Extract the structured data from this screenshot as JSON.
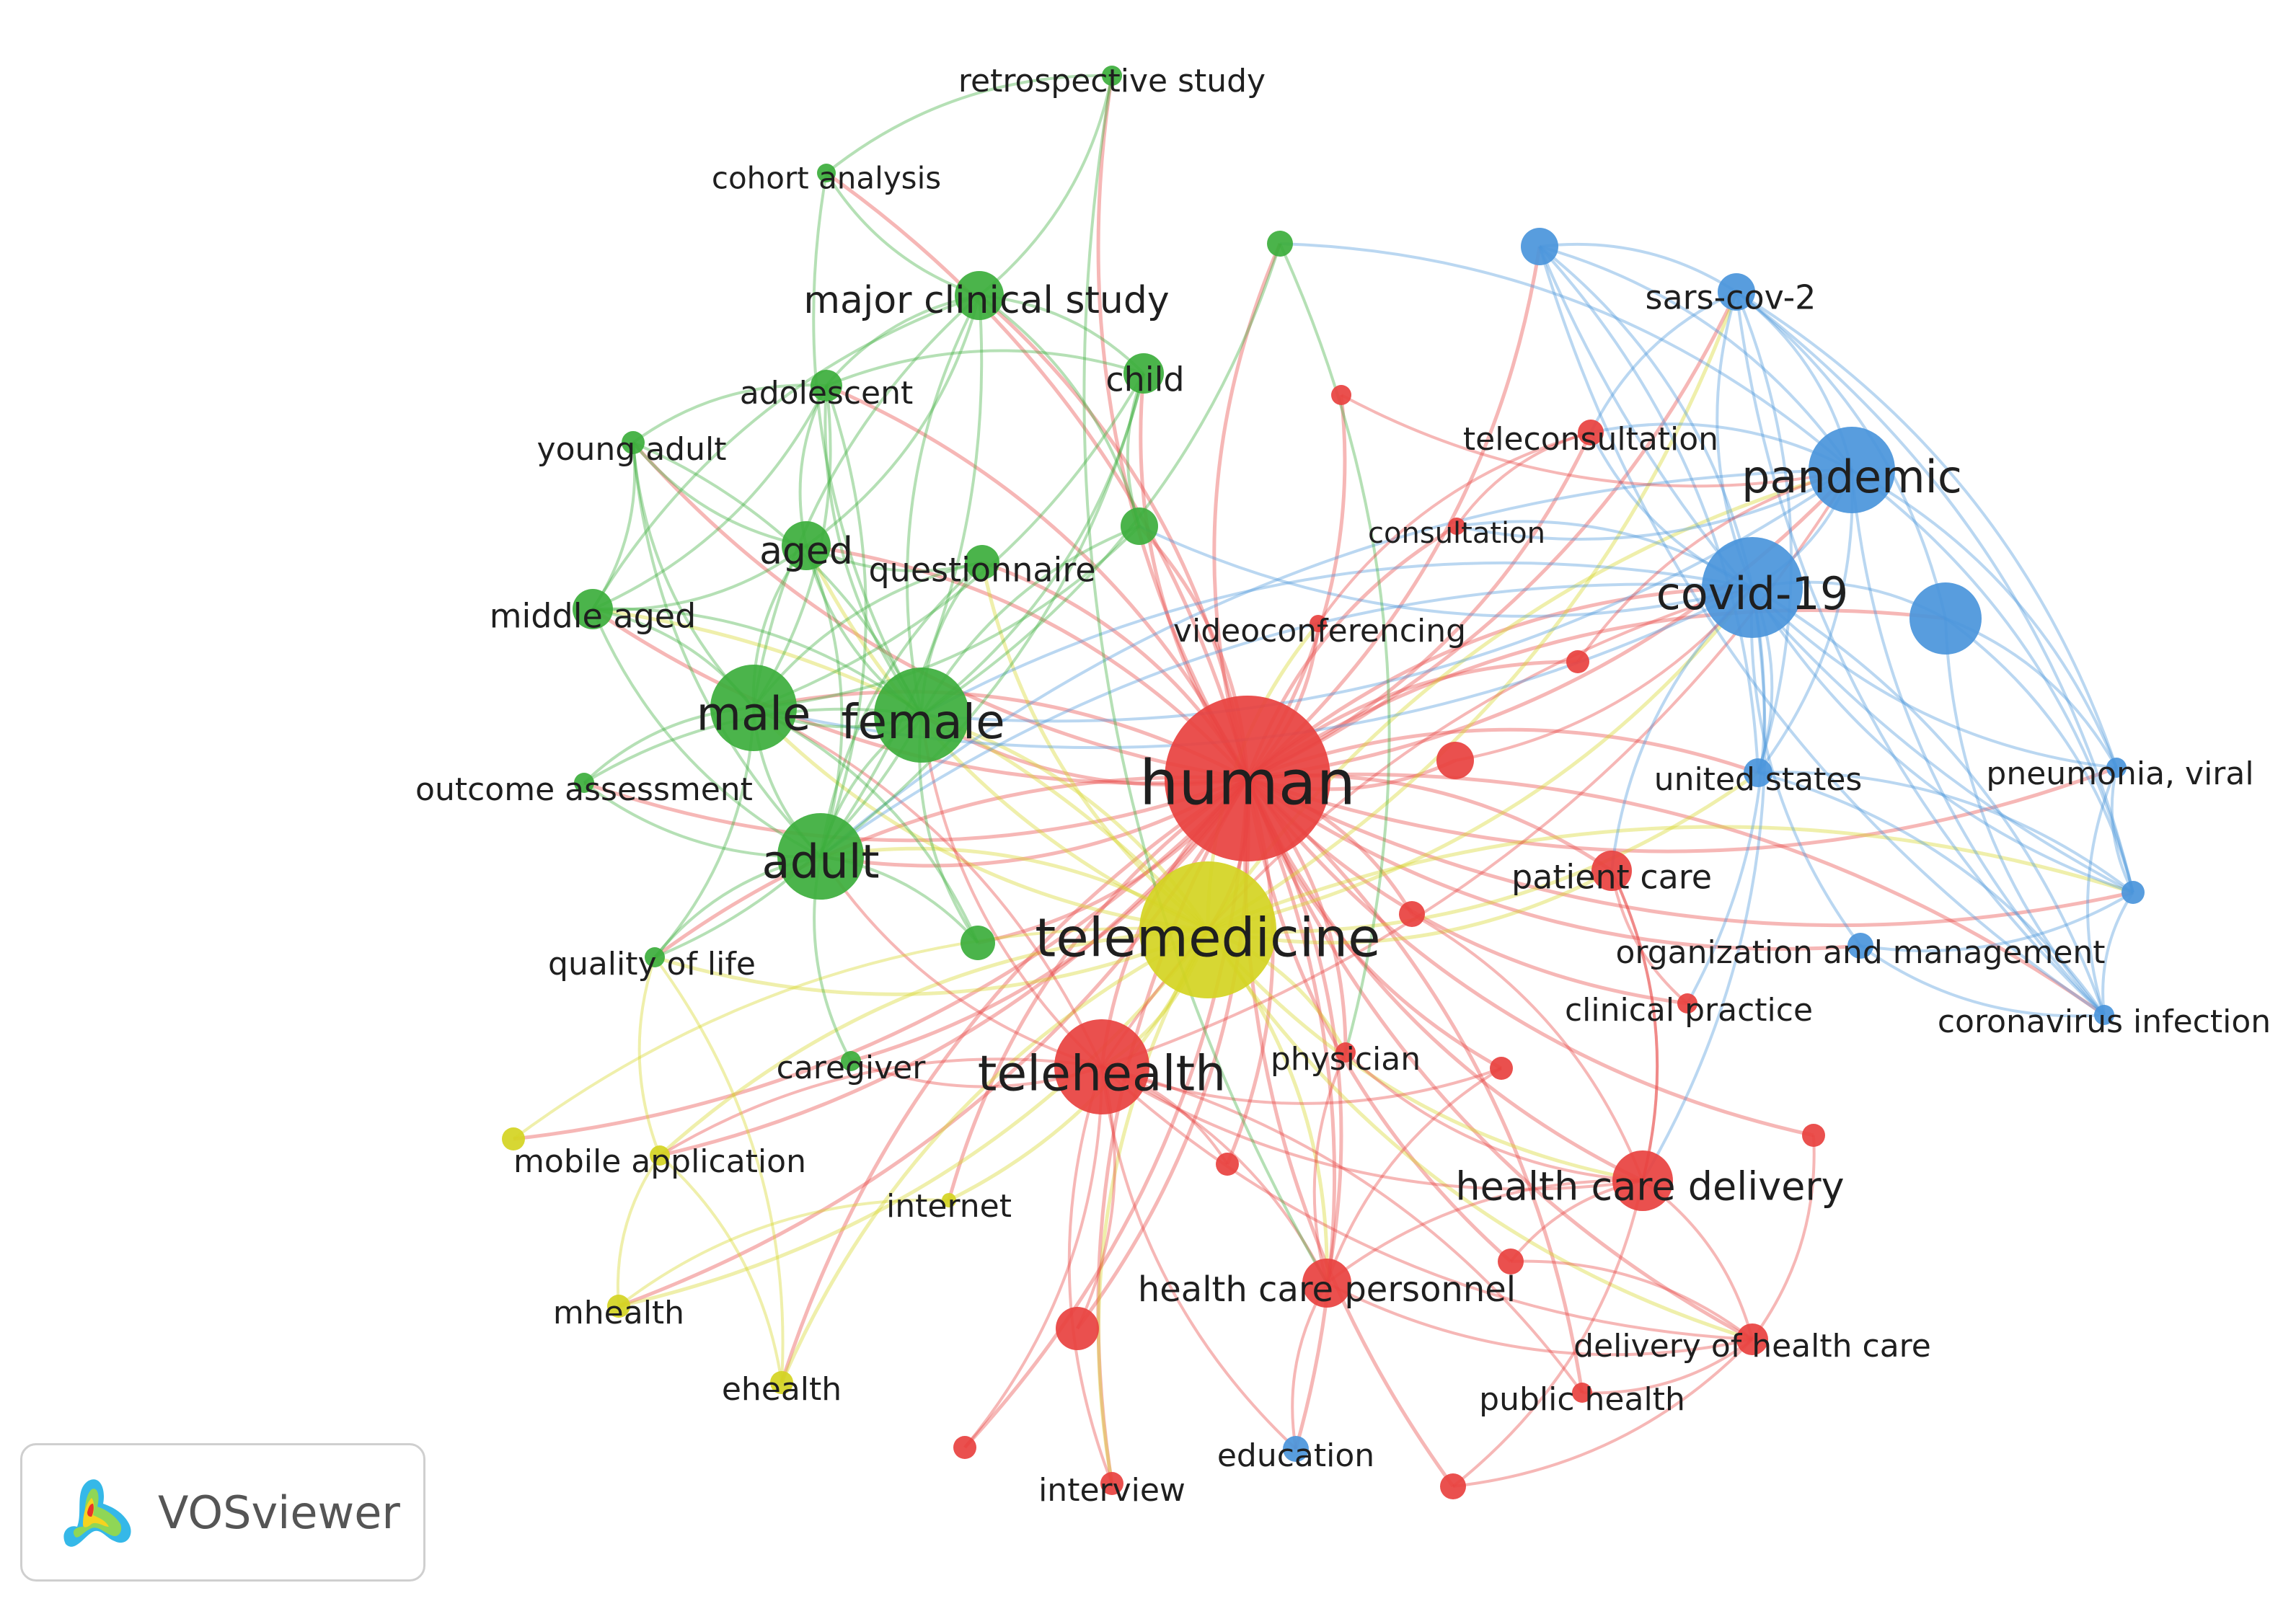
{
  "app": {
    "name": "VOSviewer"
  },
  "colors": {
    "red": "#e8413f",
    "green": "#3cae3c",
    "blue": "#4a95db",
    "yellow": "#d4d422"
  },
  "nodes": [
    {
      "id": "human",
      "label": "human",
      "cluster": "red"
    },
    {
      "id": "telemedicine",
      "label": "telemedicine",
      "cluster": "yellow"
    },
    {
      "id": "telehealth",
      "label": "telehealth",
      "cluster": "red"
    },
    {
      "id": "covid",
      "label": "covid-19",
      "cluster": "blue"
    },
    {
      "id": "pandemic",
      "label": "pandemic",
      "cluster": "blue"
    },
    {
      "id": "female",
      "label": "female",
      "cluster": "green"
    },
    {
      "id": "male",
      "label": "male",
      "cluster": "green"
    },
    {
      "id": "adult",
      "label": "adult",
      "cluster": "green"
    },
    {
      "id": "aged",
      "label": "aged",
      "cluster": "green"
    },
    {
      "id": "middle_aged",
      "label": "middle aged",
      "cluster": "green"
    },
    {
      "id": "major_clinical",
      "label": "major clinical study",
      "cluster": "green"
    },
    {
      "id": "child",
      "label": "child",
      "cluster": "green"
    },
    {
      "id": "adolescent",
      "label": "adolescent",
      "cluster": "green"
    },
    {
      "id": "young_adult",
      "label": "young adult",
      "cluster": "green"
    },
    {
      "id": "questionnaire",
      "label": "questionnaire",
      "cluster": "green"
    },
    {
      "id": "outcome",
      "label": "outcome assessment",
      "cluster": "green"
    },
    {
      "id": "quality",
      "label": "quality of life",
      "cluster": "green"
    },
    {
      "id": "caregiver",
      "label": "caregiver",
      "cluster": "green"
    },
    {
      "id": "cohort",
      "label": "cohort analysis",
      "cluster": "green"
    },
    {
      "id": "retro",
      "label": "retrospective study",
      "cluster": "green"
    },
    {
      "id": "sars",
      "label": "sars-cov-2",
      "cluster": "blue"
    },
    {
      "id": "us",
      "label": "united states",
      "cluster": "blue"
    },
    {
      "id": "pneumonia",
      "label": "pneumonia, viral",
      "cluster": "blue"
    },
    {
      "id": "coronavirus",
      "label": "coronavirus infection",
      "cluster": "blue"
    },
    {
      "id": "org_mgmt",
      "label": "organization and management",
      "cluster": "blue"
    },
    {
      "id": "education",
      "label": "education",
      "cluster": "blue"
    },
    {
      "id": "telecons",
      "label": "teleconsultation",
      "cluster": "red"
    },
    {
      "id": "consultation",
      "label": "consultation",
      "cluster": "red"
    },
    {
      "id": "video",
      "label": "videoconferencing",
      "cluster": "red"
    },
    {
      "id": "patient_care",
      "label": "patient care",
      "cluster": "red"
    },
    {
      "id": "clinical_practice",
      "label": "clinical practice",
      "cluster": "red"
    },
    {
      "id": "physician",
      "label": "physician",
      "cluster": "red"
    },
    {
      "id": "hcd",
      "label": "health care delivery",
      "cluster": "red"
    },
    {
      "id": "hcp",
      "label": "health care personnel",
      "cluster": "red"
    },
    {
      "id": "dohc",
      "label": "delivery of health care",
      "cluster": "red"
    },
    {
      "id": "public_health",
      "label": "public health",
      "cluster": "red"
    },
    {
      "id": "interview",
      "label": "interview",
      "cluster": "red"
    },
    {
      "id": "mobile",
      "label": "mobile application",
      "cluster": "yellow"
    },
    {
      "id": "internet",
      "label": "internet",
      "cluster": "yellow"
    },
    {
      "id": "mhealth",
      "label": "mhealth",
      "cluster": "yellow"
    },
    {
      "id": "ehealth",
      "label": "ehealth",
      "cluster": "yellow"
    },
    {
      "id": "g1",
      "label": "",
      "cluster": "green"
    },
    {
      "id": "g2",
      "label": "",
      "cluster": "green"
    },
    {
      "id": "g3",
      "label": "",
      "cluster": "green"
    },
    {
      "id": "b1",
      "label": "",
      "cluster": "blue"
    },
    {
      "id": "b2",
      "label": "",
      "cluster": "blue"
    },
    {
      "id": "b3",
      "label": "",
      "cluster": "blue"
    },
    {
      "id": "y1",
      "label": "",
      "cluster": "yellow"
    },
    {
      "id": "r1",
      "label": "",
      "cluster": "red"
    },
    {
      "id": "r2",
      "label": "",
      "cluster": "red"
    },
    {
      "id": "r3",
      "label": "",
      "cluster": "red"
    },
    {
      "id": "r4",
      "label": "",
      "cluster": "red"
    },
    {
      "id": "r5",
      "label": "",
      "cluster": "red"
    },
    {
      "id": "r6",
      "label": "",
      "cluster": "red"
    },
    {
      "id": "r7",
      "label": "",
      "cluster": "red"
    },
    {
      "id": "r8",
      "label": "",
      "cluster": "red"
    },
    {
      "id": "r9",
      "label": "",
      "cluster": "red"
    },
    {
      "id": "r10",
      "label": "",
      "cluster": "red"
    },
    {
      "id": "r11",
      "label": "",
      "cluster": "red"
    }
  ],
  "links": [
    [
      "human",
      "telemedicine"
    ],
    [
      "human",
      "telehealth"
    ],
    [
      "human",
      "covid"
    ],
    [
      "human",
      "pandemic"
    ],
    [
      "human",
      "female"
    ],
    [
      "human",
      "male"
    ],
    [
      "human",
      "adult"
    ],
    [
      "human",
      "aged"
    ],
    [
      "human",
      "middle_aged"
    ],
    [
      "human",
      "major_clinical"
    ],
    [
      "human",
      "child"
    ],
    [
      "human",
      "adolescent"
    ],
    [
      "human",
      "young_adult"
    ],
    [
      "human",
      "questionnaire"
    ],
    [
      "human",
      "outcome"
    ],
    [
      "human",
      "quality"
    ],
    [
      "human",
      "caregiver"
    ],
    [
      "human",
      "cohort"
    ],
    [
      "human",
      "retro"
    ],
    [
      "human",
      "sars"
    ],
    [
      "human",
      "us"
    ],
    [
      "human",
      "pneumonia"
    ],
    [
      "human",
      "coronavirus"
    ],
    [
      "human",
      "org_mgmt"
    ],
    [
      "human",
      "education"
    ],
    [
      "human",
      "telecons"
    ],
    [
      "human",
      "consultation"
    ],
    [
      "human",
      "video"
    ],
    [
      "human",
      "patient_care"
    ],
    [
      "human",
      "clinical_practice"
    ],
    [
      "human",
      "physician"
    ],
    [
      "human",
      "hcd"
    ],
    [
      "human",
      "hcp"
    ],
    [
      "human",
      "dohc"
    ],
    [
      "human",
      "public_health"
    ],
    [
      "human",
      "interview"
    ],
    [
      "human",
      "mobile"
    ],
    [
      "human",
      "internet"
    ],
    [
      "human",
      "mhealth"
    ],
    [
      "human",
      "ehealth"
    ],
    [
      "human",
      "g1"
    ],
    [
      "human",
      "g2"
    ],
    [
      "human",
      "g3"
    ],
    [
      "human",
      "b1"
    ],
    [
      "human",
      "b2"
    ],
    [
      "human",
      "b3"
    ],
    [
      "human",
      "y1"
    ],
    [
      "human",
      "r1"
    ],
    [
      "human",
      "r2"
    ],
    [
      "human",
      "r3"
    ],
    [
      "human",
      "r4"
    ],
    [
      "human",
      "r5"
    ],
    [
      "human",
      "r6"
    ],
    [
      "human",
      "r7"
    ],
    [
      "human",
      "r8"
    ],
    [
      "human",
      "r9"
    ],
    [
      "human",
      "r10"
    ],
    [
      "human",
      "r11"
    ],
    [
      "telemedicine",
      "telehealth"
    ],
    [
      "telemedicine",
      "covid"
    ],
    [
      "telemedicine",
      "pandemic"
    ],
    [
      "telemedicine",
      "female"
    ],
    [
      "telemedicine",
      "male"
    ],
    [
      "telemedicine",
      "adult"
    ],
    [
      "telemedicine",
      "aged"
    ],
    [
      "telemedicine",
      "middle_aged"
    ],
    [
      "telemedicine",
      "questionnaire"
    ],
    [
      "telemedicine",
      "mobile"
    ],
    [
      "telemedicine",
      "mhealth"
    ],
    [
      "telemedicine",
      "ehealth"
    ],
    [
      "telemedicine",
      "internet"
    ],
    [
      "telemedicine",
      "hcd"
    ],
    [
      "telemedicine",
      "hcp"
    ],
    [
      "telemedicine",
      "patient_care"
    ],
    [
      "telemedicine",
      "physician"
    ],
    [
      "telemedicine",
      "interview"
    ],
    [
      "telemedicine",
      "video"
    ],
    [
      "telemedicine",
      "us"
    ],
    [
      "telemedicine",
      "b3"
    ],
    [
      "telemedicine",
      "sars"
    ],
    [
      "telemedicine",
      "quality"
    ],
    [
      "telemedicine",
      "dohc"
    ],
    [
      "telehealth",
      "covid"
    ],
    [
      "telehealth",
      "pandemic"
    ],
    [
      "telehealth",
      "female"
    ],
    [
      "telehealth",
      "male"
    ],
    [
      "telehealth",
      "adult"
    ],
    [
      "telehealth",
      "hcd"
    ],
    [
      "telehealth",
      "hcp"
    ],
    [
      "telehealth",
      "interview"
    ],
    [
      "telehealth",
      "r10"
    ],
    [
      "telehealth",
      "r11"
    ],
    [
      "telehealth",
      "public_health"
    ],
    [
      "telehealth",
      "mobile"
    ],
    [
      "telehealth",
      "caregiver"
    ],
    [
      "telehealth",
      "education"
    ],
    [
      "telehealth",
      "r6"
    ],
    [
      "telehealth",
      "dohc"
    ],
    [
      "telehealth",
      "r8"
    ],
    [
      "covid",
      "pandemic"
    ],
    [
      "covid",
      "sars"
    ],
    [
      "covid",
      "b3"
    ],
    [
      "covid",
      "us"
    ],
    [
      "covid",
      "pneumonia"
    ],
    [
      "covid",
      "coronavirus"
    ],
    [
      "covid",
      "org_mgmt"
    ],
    [
      "covid",
      "telecons"
    ],
    [
      "covid",
      "b1"
    ],
    [
      "covid",
      "b2"
    ],
    [
      "covid",
      "female"
    ],
    [
      "covid",
      "male"
    ],
    [
      "covid",
      "adult"
    ],
    [
      "covid",
      "hcd"
    ],
    [
      "covid",
      "patient_care"
    ],
    [
      "covid",
      "clinical_practice"
    ],
    [
      "covid",
      "consultation"
    ],
    [
      "covid",
      "g2"
    ],
    [
      "pandemic",
      "sars"
    ],
    [
      "pandemic",
      "b3"
    ],
    [
      "pandemic",
      "b1"
    ],
    [
      "pandemic",
      "us"
    ],
    [
      "pandemic",
      "coronavirus"
    ],
    [
      "pandemic",
      "pneumonia"
    ],
    [
      "pandemic",
      "telecons"
    ],
    [
      "pandemic",
      "consultation"
    ],
    [
      "pandemic",
      "adult"
    ],
    [
      "pandemic",
      "female"
    ],
    [
      "pandemic",
      "g1"
    ],
    [
      "sars",
      "b3"
    ],
    [
      "sars",
      "b1"
    ],
    [
      "sars",
      "pneumonia"
    ],
    [
      "sars",
      "coronavirus"
    ],
    [
      "sars",
      "us"
    ],
    [
      "sars",
      "telecons"
    ],
    [
      "sars",
      "b2"
    ],
    [
      "b3",
      "coronavirus"
    ],
    [
      "b3",
      "pneumonia"
    ],
    [
      "b3",
      "b2"
    ],
    [
      "b3",
      "org_mgmt"
    ],
    [
      "b3",
      "us"
    ],
    [
      "b3",
      "b1"
    ],
    [
      "b1",
      "coronavirus"
    ],
    [
      "b1",
      "us"
    ],
    [
      "b2",
      "coronavirus"
    ],
    [
      "b2",
      "pneumonia"
    ],
    [
      "pneumonia",
      "coronavirus"
    ],
    [
      "us",
      "coronavirus"
    ],
    [
      "org_mgmt",
      "coronavirus"
    ],
    [
      "female",
      "male"
    ],
    [
      "female",
      "adult"
    ],
    [
      "female",
      "aged"
    ],
    [
      "female",
      "middle_aged"
    ],
    [
      "female",
      "major_clinical"
    ],
    [
      "female",
      "child"
    ],
    [
      "female",
      "adolescent"
    ],
    [
      "female",
      "young_adult"
    ],
    [
      "female",
      "questionnaire"
    ],
    [
      "female",
      "outcome"
    ],
    [
      "female",
      "quality"
    ],
    [
      "female",
      "g1"
    ],
    [
      "female",
      "g2"
    ],
    [
      "female",
      "g3"
    ],
    [
      "female",
      "cohort"
    ],
    [
      "male",
      "adult"
    ],
    [
      "male",
      "aged"
    ],
    [
      "male",
      "middle_aged"
    ],
    [
      "male",
      "major_clinical"
    ],
    [
      "male",
      "adolescent"
    ],
    [
      "male",
      "young_adult"
    ],
    [
      "male",
      "outcome"
    ],
    [
      "male",
      "quality"
    ],
    [
      "male",
      "child"
    ],
    [
      "male",
      "questionnaire"
    ],
    [
      "male",
      "g2"
    ],
    [
      "male",
      "g3"
    ],
    [
      "adult",
      "aged"
    ],
    [
      "adult",
      "middle_aged"
    ],
    [
      "adult",
      "major_clinical"
    ],
    [
      "adult",
      "young_adult"
    ],
    [
      "adult",
      "adolescent"
    ],
    [
      "adult",
      "questionnaire"
    ],
    [
      "adult",
      "quality"
    ],
    [
      "adult",
      "outcome"
    ],
    [
      "adult",
      "caregiver"
    ],
    [
      "adult",
      "g3"
    ],
    [
      "adult",
      "child"
    ],
    [
      "aged",
      "middle_aged"
    ],
    [
      "aged",
      "major_clinical"
    ],
    [
      "aged",
      "young_adult"
    ],
    [
      "aged",
      "questionnaire"
    ],
    [
      "aged",
      "adolescent"
    ],
    [
      "middle_aged",
      "young_adult"
    ],
    [
      "middle_aged",
      "major_clinical"
    ],
    [
      "middle_aged",
      "adolescent"
    ],
    [
      "major_clinical",
      "child"
    ],
    [
      "major_clinical",
      "adolescent"
    ],
    [
      "major_clinical",
      "cohort"
    ],
    [
      "major_clinical",
      "retro"
    ],
    [
      "major_clinical",
      "g2"
    ],
    [
      "adolescent",
      "young_adult"
    ],
    [
      "adolescent",
      "child"
    ],
    [
      "child",
      "g2"
    ],
    [
      "cohort",
      "retro"
    ],
    [
      "retro",
      "hcp"
    ],
    [
      "g1",
      "physician"
    ],
    [
      "mobile",
      "mhealth"
    ],
    [
      "mobile",
      "quality"
    ],
    [
      "ehealth",
      "quality"
    ],
    [
      "mhealth",
      "internet"
    ],
    [
      "ehealth",
      "mobile"
    ],
    [
      "y1",
      "telemedicine"
    ],
    [
      "hcd",
      "hcp"
    ],
    [
      "hcd",
      "dohc"
    ],
    [
      "hcd",
      "r7"
    ],
    [
      "hcd",
      "r9"
    ],
    [
      "hcd",
      "r4"
    ],
    [
      "hcd",
      "physician"
    ],
    [
      "hcd",
      "patient_care"
    ],
    [
      "hcp",
      "physician"
    ],
    [
      "hcp",
      "dohc"
    ],
    [
      "hcp",
      "r11"
    ],
    [
      "hcp",
      "education"
    ],
    [
      "dohc",
      "public_health"
    ],
    [
      "dohc",
      "r7"
    ],
    [
      "dohc",
      "r9"
    ],
    [
      "patient_care",
      "clinical_practice"
    ],
    [
      "patient_care",
      "hcd"
    ],
    [
      "telecons",
      "consultation"
    ],
    [
      "video",
      "telecons"
    ],
    [
      "r1",
      "pandemic"
    ],
    [
      "r2",
      "pandemic"
    ],
    [
      "r3",
      "covid"
    ],
    [
      "r5",
      "dohc"
    ]
  ]
}
